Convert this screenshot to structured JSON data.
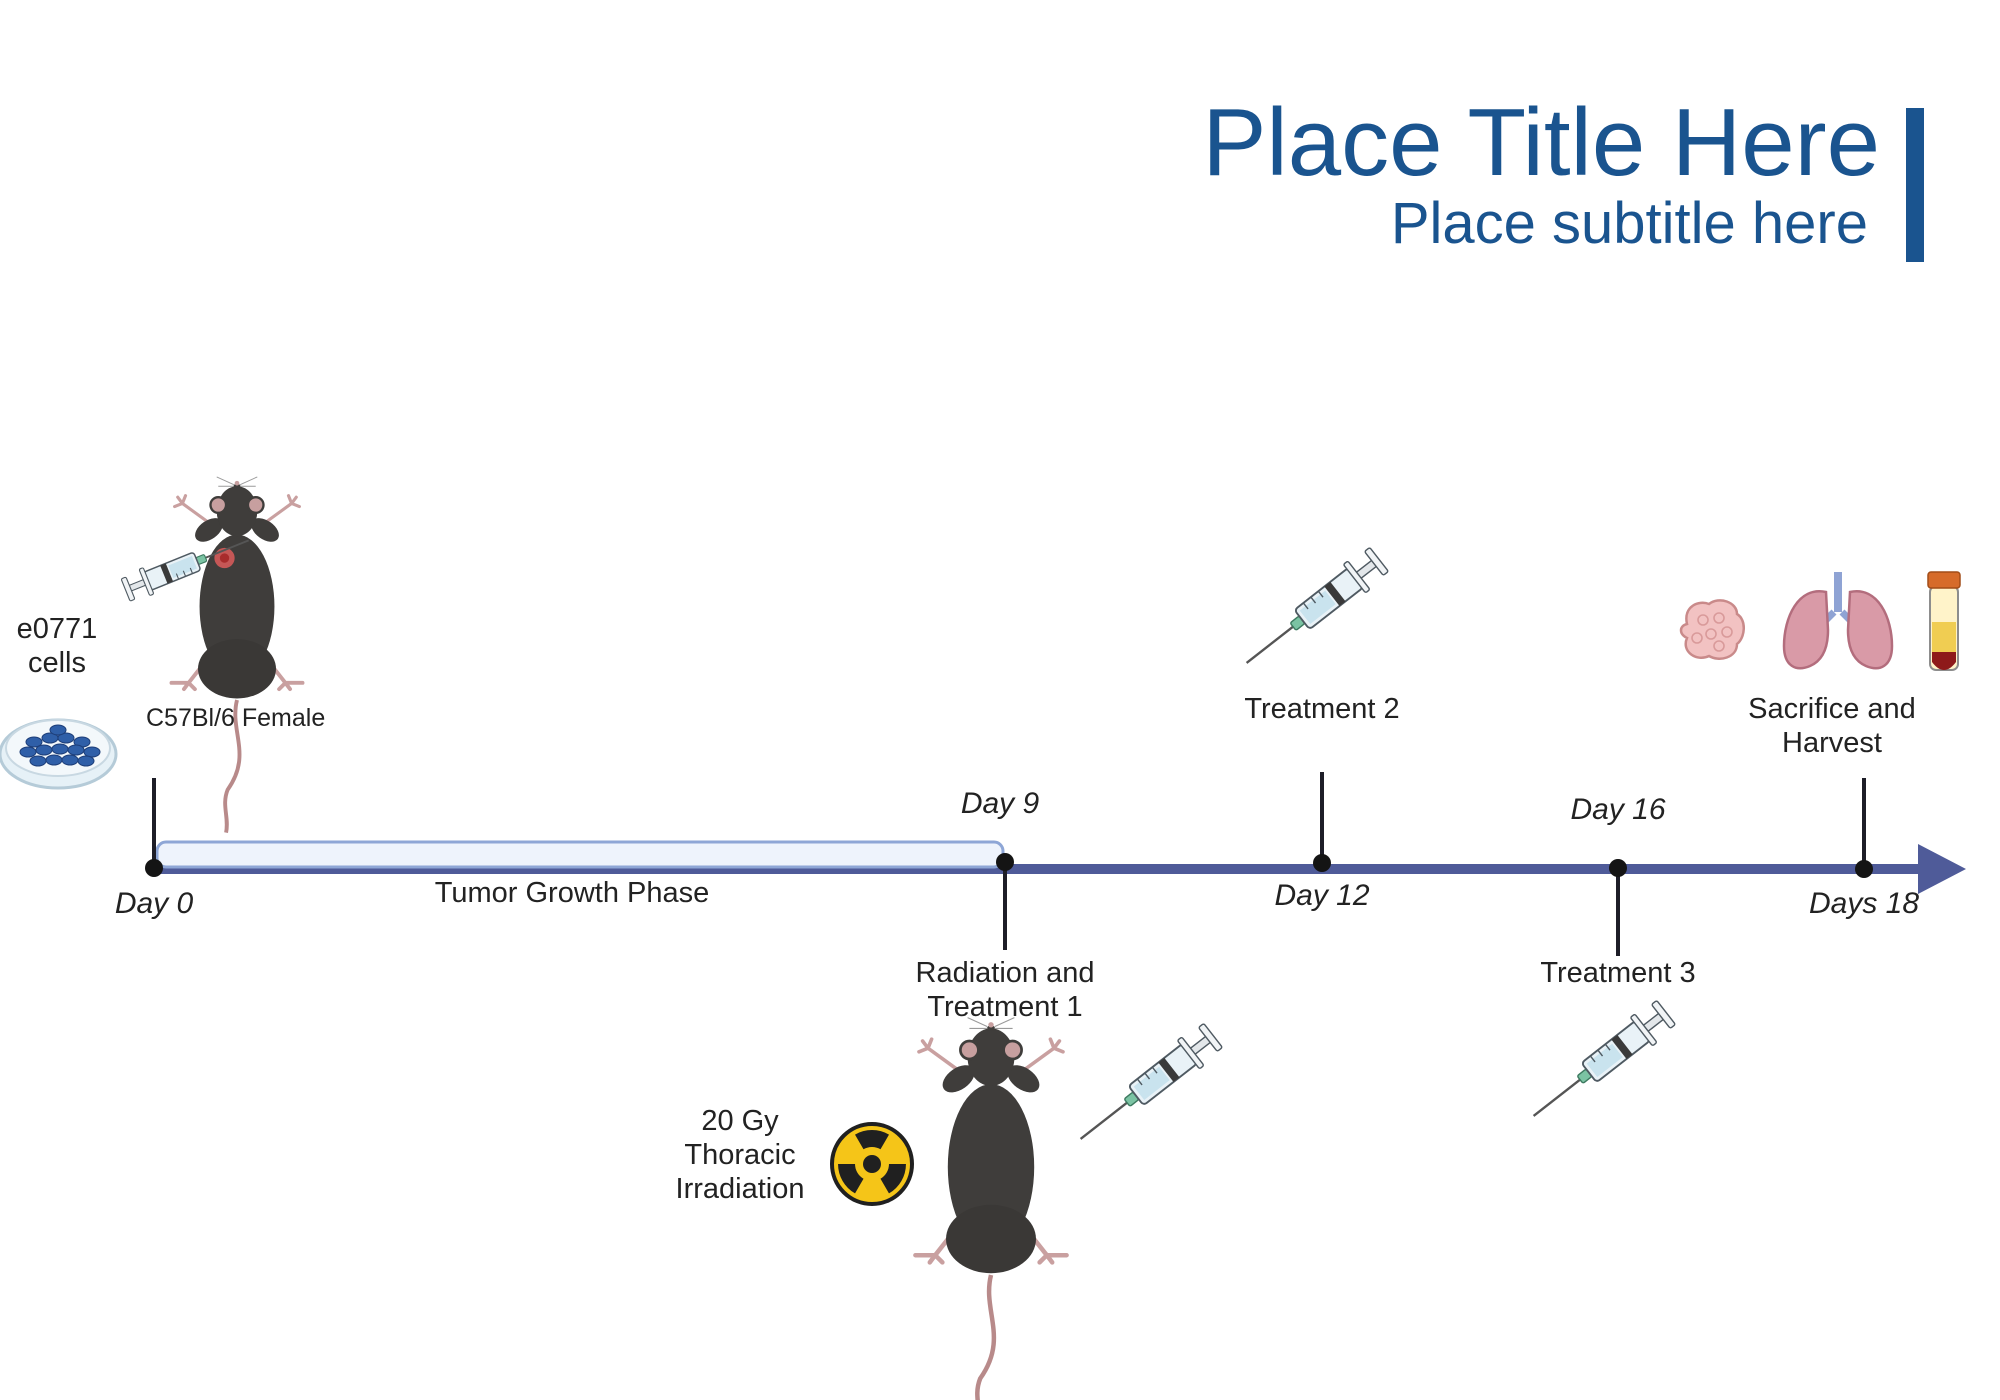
{
  "header": {
    "title": "Place Title Here",
    "subtitle": "Place subtitle here"
  },
  "colors": {
    "accent": "#1a548f",
    "timeline": "#4f5b99",
    "phase_fill": "#eef3fc",
    "phase_border": "#8ea6d6",
    "mouse": "#3f3d3b"
  },
  "labels": {
    "cells_line1": "e0771",
    "cells_line2": "cells",
    "strain": "C57Bl/6 Female",
    "phase": "Tumor Growth Phase",
    "radiation_line1": "Radiation and",
    "radiation_line2": "Treatment 1",
    "irradiation_line1": "20 Gy",
    "irradiation_line2": "Thoracic",
    "irradiation_line3": "Irradiation",
    "treatment2": "Treatment 2",
    "treatment3": "Treatment 3",
    "harvest_line1": "Sacrifice and",
    "harvest_line2": "Harvest"
  },
  "days": {
    "d0": "Day 0",
    "d9": "Day 9",
    "d12": "Day 12",
    "d16": "Day 16",
    "d18": "Days 18"
  },
  "icons": [
    "petri-dish-icon",
    "mouse-icon",
    "syringe-icon",
    "radiation-icon",
    "tumor-icon",
    "lungs-icon",
    "blood-tube-icon"
  ]
}
